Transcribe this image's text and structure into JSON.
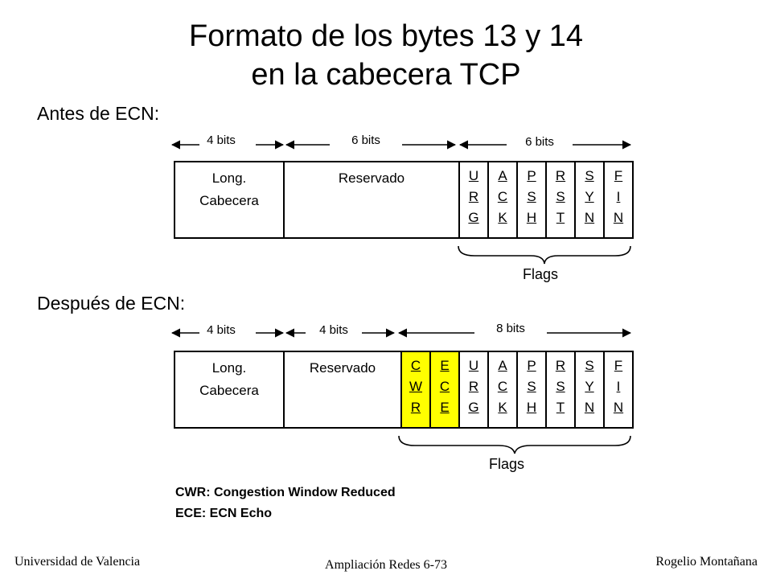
{
  "title": {
    "line1": "Formato de los bytes 13 y 14",
    "line2": "en la cabecera TCP"
  },
  "before": {
    "heading": "Antes de ECN:",
    "widths": [
      "4 bits",
      "6 bits",
      "6 bits"
    ],
    "field_header": [
      "Long.",
      "Cabecera"
    ],
    "field_reserved": "Reservado",
    "flags": [
      "URG",
      "ACK",
      "PSH",
      "RST",
      "SYN",
      "FIN"
    ],
    "flags_label": "Flags"
  },
  "after": {
    "heading": "Después de ECN:",
    "widths": [
      "4 bits",
      "4 bits",
      "8 bits"
    ],
    "field_header": [
      "Long.",
      "Cabecera"
    ],
    "field_reserved": "Reservado",
    "flags": [
      "CWR",
      "ECE",
      "URG",
      "ACK",
      "PSH",
      "RST",
      "SYN",
      "FIN"
    ],
    "highlight_color": "#ffff00",
    "flags_label": "Flags"
  },
  "legend": [
    "CWR: Congestion Window Reduced",
    "ECE: ECN Echo"
  ],
  "footer": {
    "left": "Universidad de Valencia",
    "center": "Ampliación Redes 6-73",
    "right": "Rogelio Montañana"
  }
}
